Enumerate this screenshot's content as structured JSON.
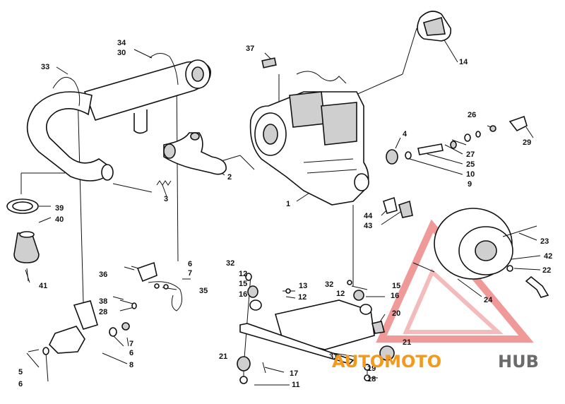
{
  "callouts": {
    "c1": "1",
    "c2": "2",
    "c3": "3",
    "c4": "4",
    "c5": "5",
    "c6a": "6",
    "c6b": "6",
    "c6c": "6",
    "c7a": "7",
    "c7b": "7",
    "c8": "8",
    "c9": "9",
    "c10": "10",
    "c11": "11",
    "c12a": "12",
    "c12b": "12",
    "c12c": "12",
    "c13": "13",
    "c14": "14",
    "c15a": "15",
    "c15b": "15",
    "c16a": "16",
    "c16b": "16",
    "c17": "17",
    "c18": "18",
    "c19": "19",
    "c20": "20",
    "c21a": "21",
    "c21b": "21",
    "c22": "22",
    "c23": "23",
    "c24": "24",
    "c25": "25",
    "c26": "26",
    "c27": "27",
    "c28": "28",
    "c29": "29",
    "c30": "30",
    "c31": "31",
    "c32a": "32",
    "c32b": "32",
    "c33": "33",
    "c34": "34",
    "c35": "35",
    "c36": "36",
    "c37": "37",
    "c38": "38",
    "c39": "39",
    "c40": "40",
    "c41": "41",
    "c42": "42",
    "c43": "43",
    "c44": "44"
  },
  "watermark": {
    "part1": "AUTOMOTO",
    "part2": "HUB",
    "color_red": "#e43b3b",
    "color_orange": "#f39a1e",
    "color_grey": "#6b6b6b"
  }
}
